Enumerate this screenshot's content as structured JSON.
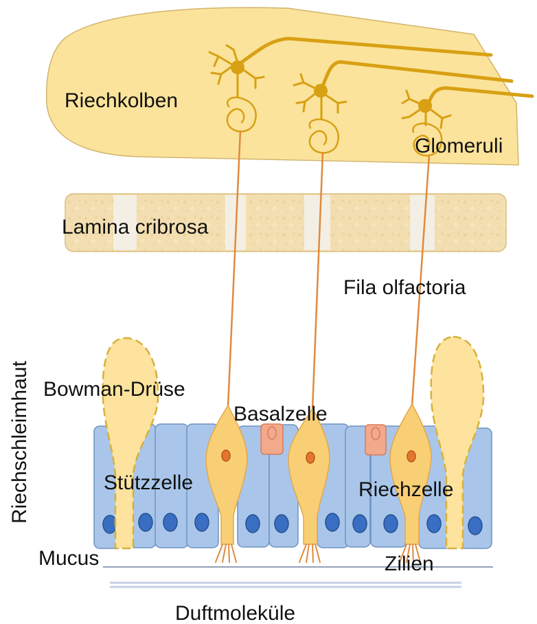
{
  "labels": {
    "riechkolben": "Riechkolben",
    "glomeruli": "Glomeruli",
    "lamina_cribrosa": "Lamina cribrosa",
    "fila_olfactoria": "Fila olfactoria",
    "riechschleimhaut": "Riechschleimhaut",
    "bowman_druese": "Bowman-Drüse",
    "basalzelle": "Basalzelle",
    "stuetzzelle": "Stützzelle",
    "riechzelle": "Riechzelle",
    "mucus": "Mucus",
    "zilien": "Zilien",
    "duftmolekuele": "Duftmoleküle"
  },
  "colors": {
    "bulb_fill": "#fbe39b",
    "neuron": "#d8a013",
    "axon": "#e08a3c",
    "lamina_fill": "#f2deb0",
    "lamina_hole": "#f4f1ea",
    "support_cell": "#a9c6ea",
    "support_cell_stroke": "#6f92bf",
    "nucleus_blue": "#3a6ec2",
    "olfactory_cell": "#f9cf76",
    "nucleus_orange": "#e2772c",
    "basal_cell": "#f3a98b",
    "bowman_gland": "#fde39d",
    "mucus_line": "#7082a6"
  }
}
